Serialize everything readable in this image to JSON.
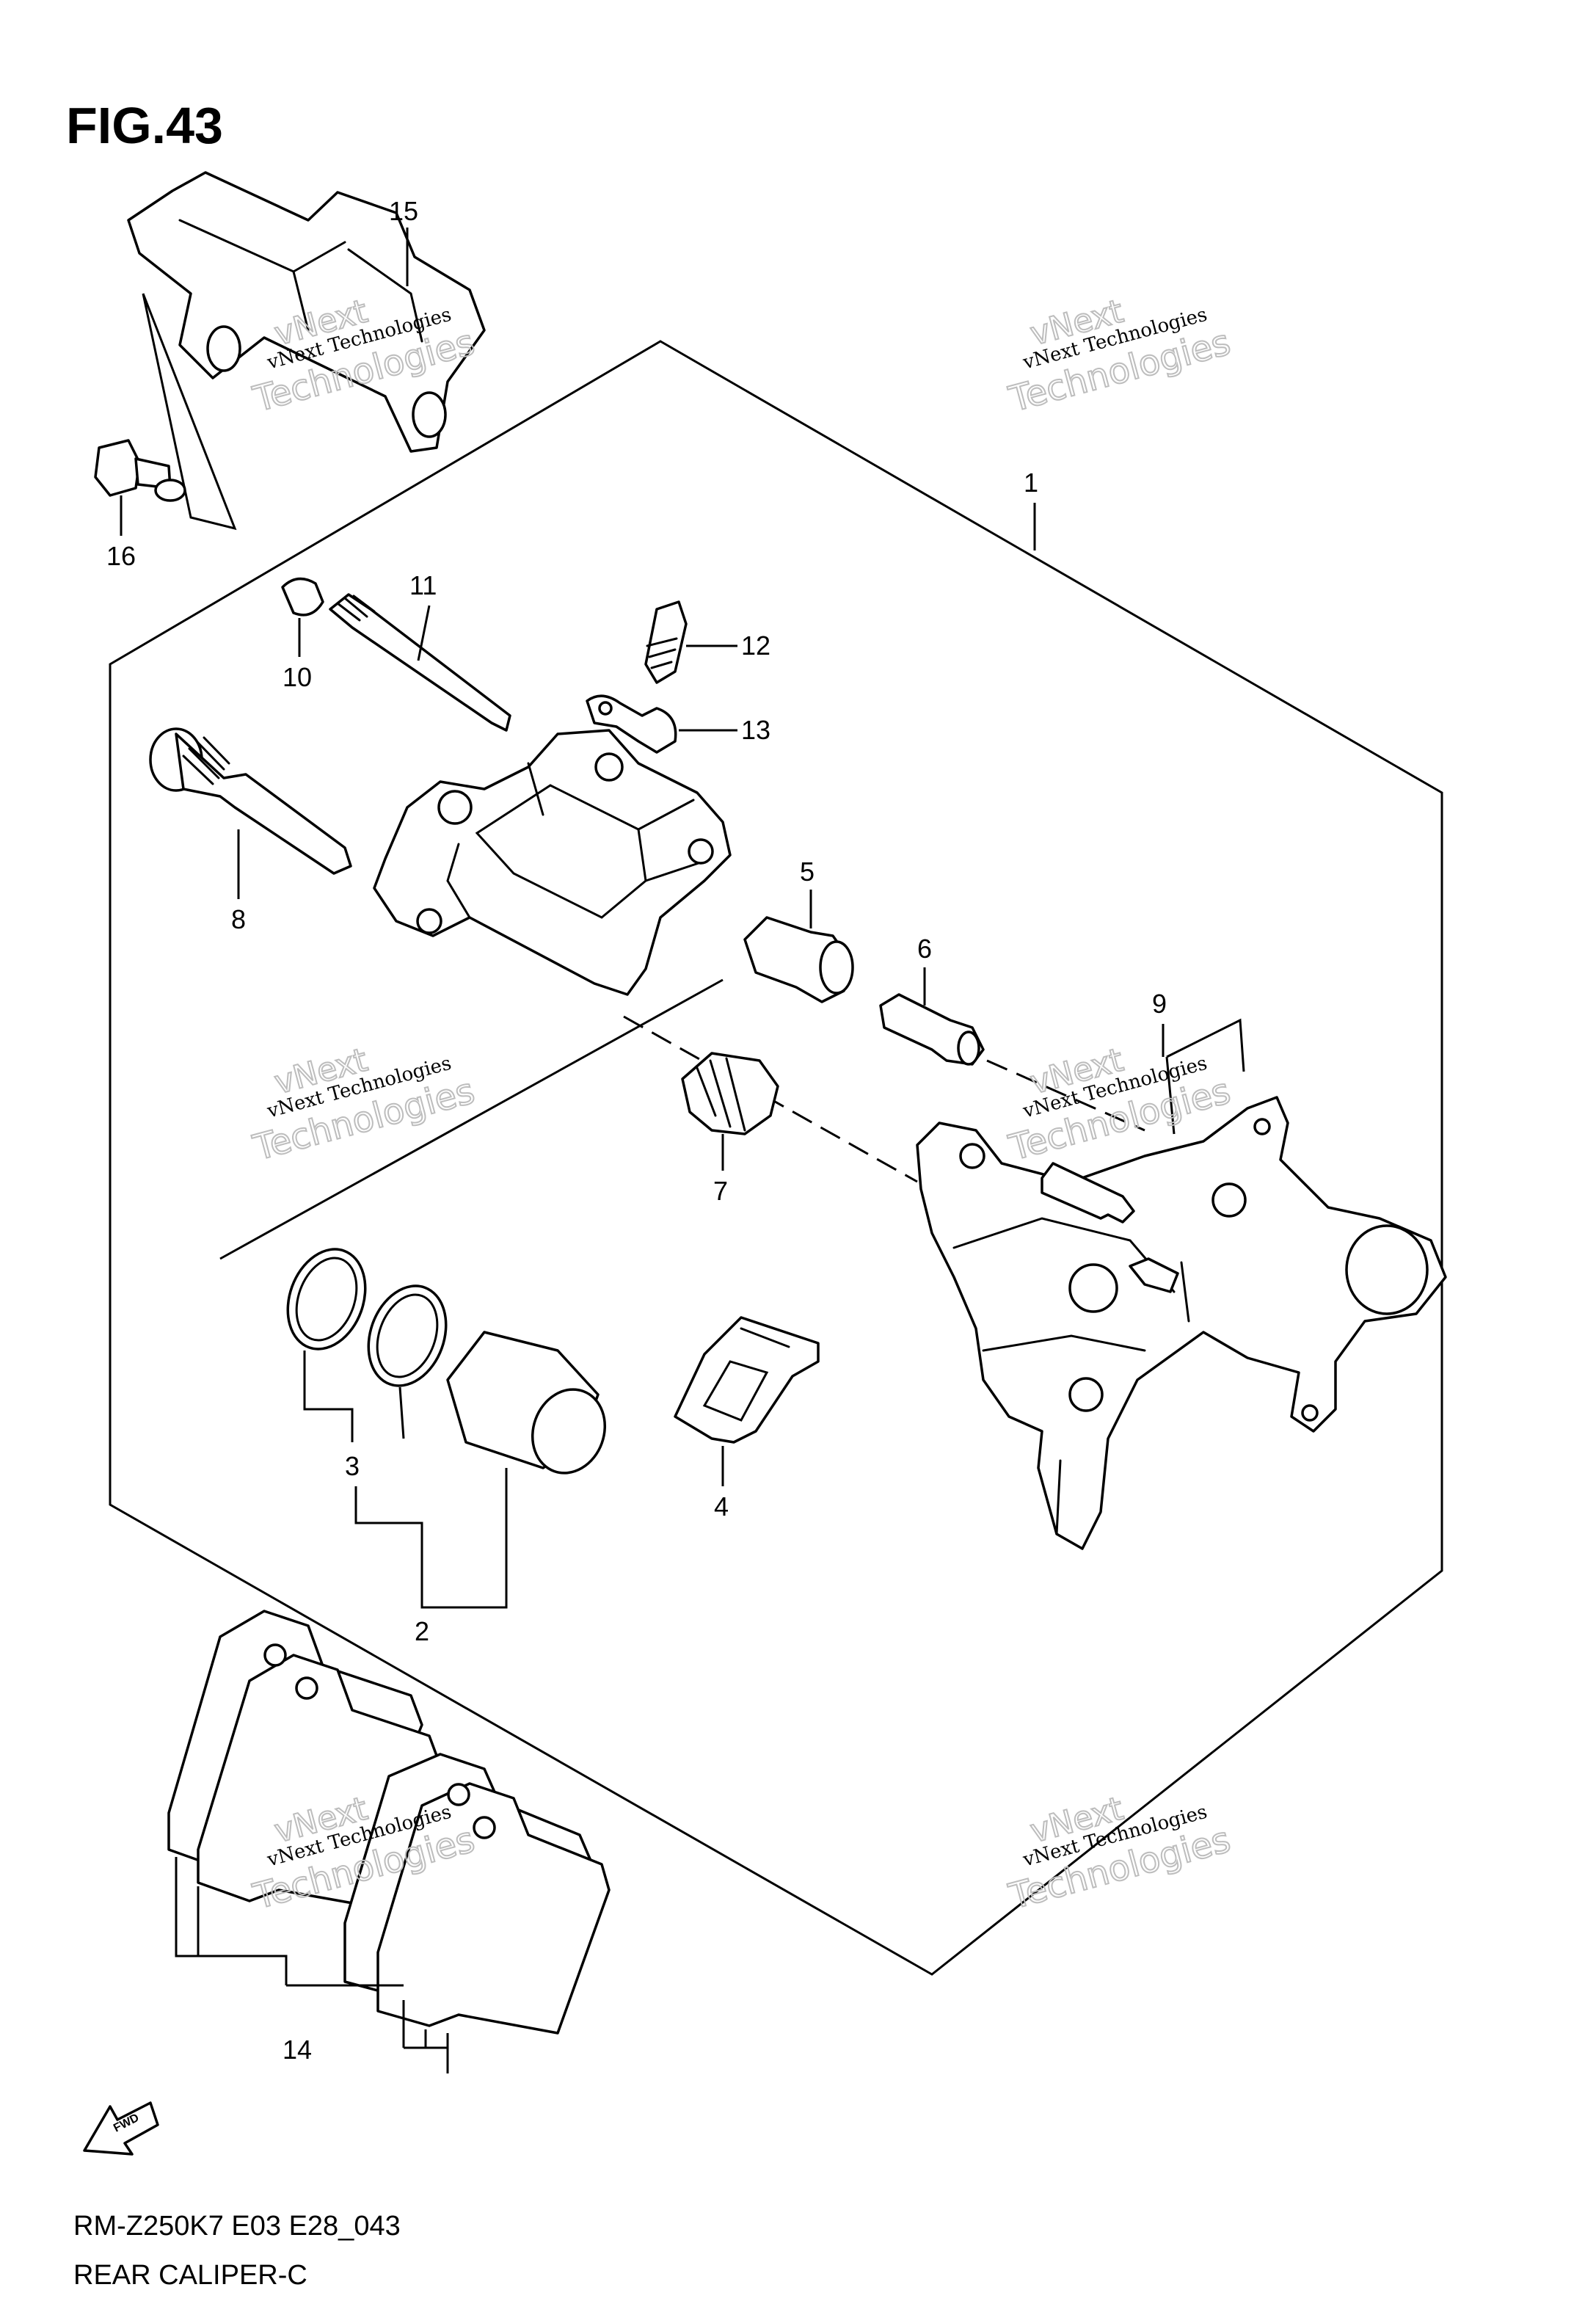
{
  "figure": {
    "title": "FIG.43"
  },
  "callouts": [
    "1",
    "2",
    "3",
    "4",
    "5",
    "6",
    "7",
    "8",
    "9",
    "10",
    "11",
    "12",
    "13",
    "14",
    "15",
    "16"
  ],
  "watermark": {
    "line1": "vNext Technologies",
    "line2": "vNext",
    "line3": "Technologies"
  },
  "fwd_icon": {
    "label": "FWD",
    "icon": "forward-arrow-icon"
  },
  "footer": {
    "model_code": "RM-Z250K7 E03 E28_043",
    "caption": "REAR CALIPER-C"
  }
}
